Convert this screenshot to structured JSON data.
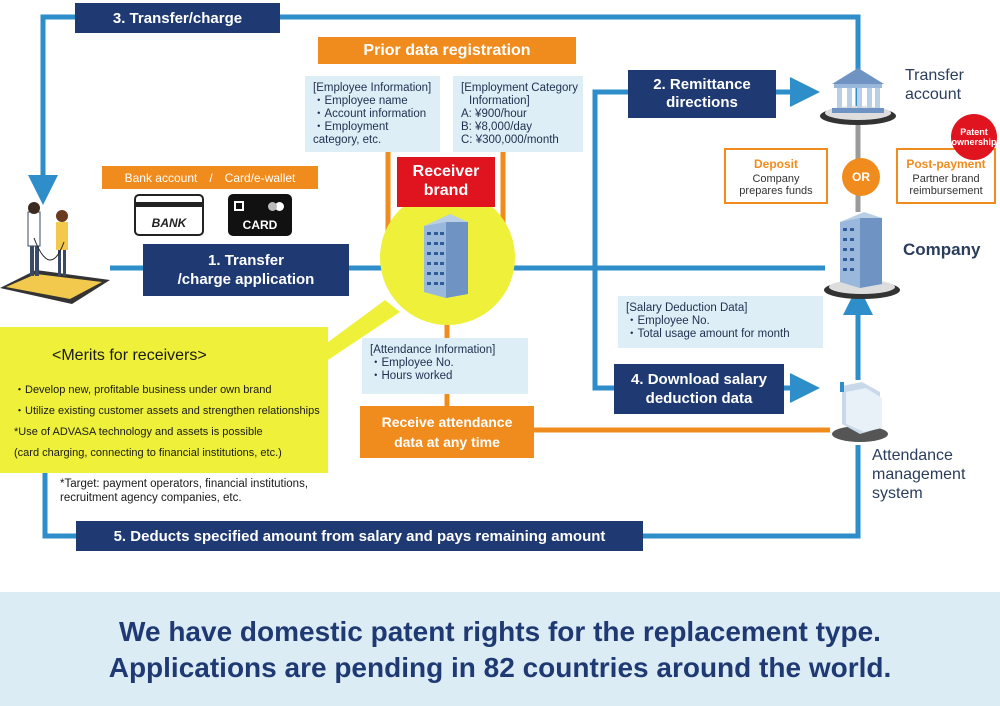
{
  "steps": {
    "transfer_charge": "3. Transfer/charge",
    "transfer_application": "1. Transfer\n/charge application",
    "remittance": "2. Remittance\ndirections",
    "download": "4. Download salary\ndeduction data",
    "deducts": "5. Deducts specified amount from salary and pays remaining amount"
  },
  "prior_registration": {
    "title": "Prior data registration",
    "employee_info": [
      "[Employee Information]",
      "・Employee name",
      "・Account information",
      "・Employment",
      "category, etc."
    ],
    "category_info": [
      "[Employment Category",
      "Information]",
      "A: ¥900/hour",
      "B: ¥8,000/day",
      "C: ¥300,000/month"
    ]
  },
  "receiver_brand": "Receiver\nbrand",
  "payment_methods": {
    "label": "Bank account　/　Card/e-wallet",
    "bank_card": "BANK",
    "card": "CARD"
  },
  "transfer_account": "Transfer\naccount",
  "company": "Company",
  "deposit": {
    "title": "Deposit",
    "desc": "Company\nprepares funds"
  },
  "or_label": "OR",
  "post_payment": {
    "title": "Post-payment",
    "desc": "Partner brand\nreimbursement"
  },
  "patent_badge": "Patent\nownership",
  "salary_deduction_data": [
    "[Salary Deduction Data]",
    "・Employee No.",
    "・Total usage amount for month"
  ],
  "attendance_info": [
    "[Attendance Information]",
    "・Employee No.",
    "・Hours worked"
  ],
  "receive_attendance": "Receive attendance\ndata at any time",
  "attendance_system": "Attendance\nmanagement\nsystem",
  "merits": {
    "title": "<Merits for receivers>",
    "items": [
      "・Develop new, profitable business under own brand",
      "・Utilize existing customer assets and strengthen relationships",
      "*Use of ADVASA technology and assets is possible",
      "(card charging, connecting to financial institutions, etc.)"
    ]
  },
  "target_note": "*Target: payment operators, financial institutions,\n recruitment agency companies, etc.",
  "banner": {
    "line1": "We have domestic patent rights for the replacement type.",
    "line2": "Applications are pending in 82 countries around the world."
  },
  "colors": {
    "navy": "#1f3a73",
    "flow_blue": "#2d8ec9",
    "orange": "#f08c1e",
    "light_blue": "#ddeef7",
    "yellow": "#eef03a",
    "red": "#e0141e",
    "banner_bg": "#dcecf5"
  }
}
